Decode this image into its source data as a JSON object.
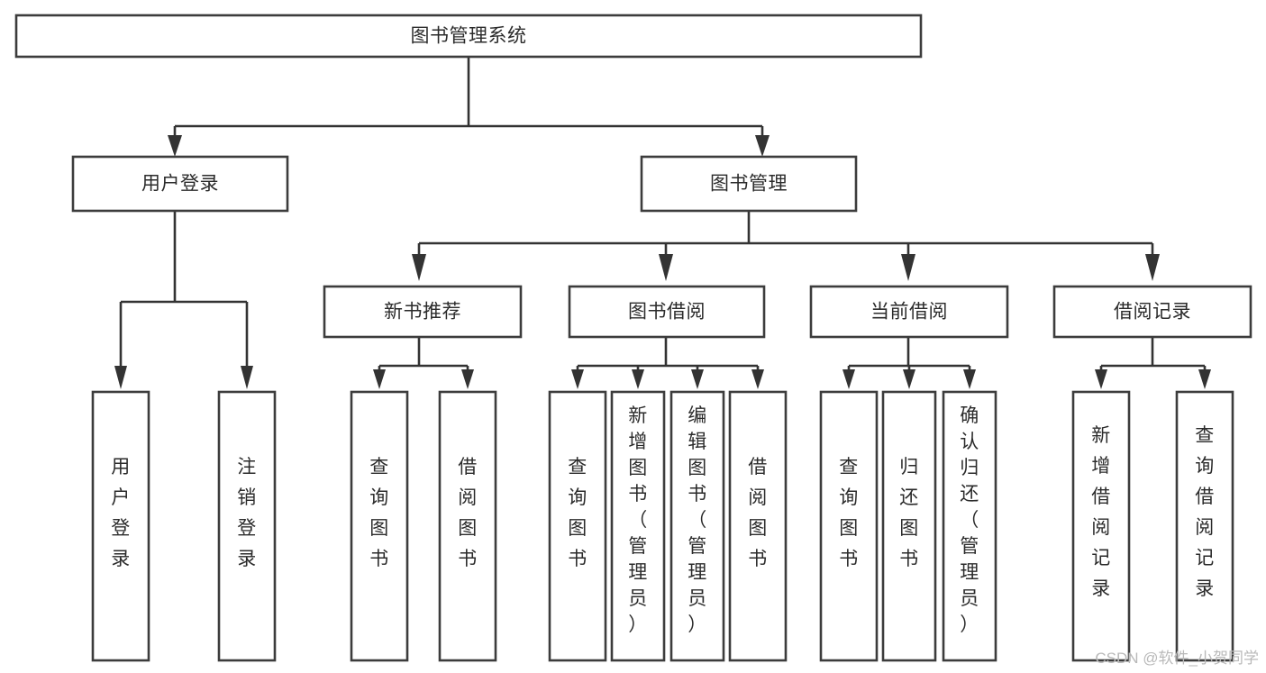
{
  "diagram": {
    "title": "图书管理系统",
    "type": "tree",
    "watermark": "CSDN @软件_小贺同学",
    "colors": {
      "box_stroke": "#3c3c3c",
      "connector": "#333333",
      "text": "#2b2b2b",
      "background": "#ffffff",
      "watermark": "#b9b9b9"
    },
    "root": {
      "id": "root",
      "label": "图书管理系统",
      "orientation": "horizontal"
    },
    "level1": [
      {
        "id": "user-login",
        "label": "用户登录",
        "orientation": "horizontal"
      },
      {
        "id": "book-management",
        "label": "图书管理",
        "orientation": "horizontal"
      }
    ],
    "level2": [
      {
        "id": "new-book-recommend",
        "label": "新书推荐",
        "parent": "book-management",
        "orientation": "horizontal"
      },
      {
        "id": "book-borrow",
        "label": "图书借阅",
        "parent": "book-management",
        "orientation": "horizontal"
      },
      {
        "id": "current-borrow",
        "label": "当前借阅",
        "parent": "book-management",
        "orientation": "horizontal"
      },
      {
        "id": "borrow-record",
        "label": "借阅记录",
        "parent": "book-management",
        "orientation": "horizontal"
      }
    ],
    "leaves": [
      {
        "id": "leaf-user-login",
        "label": "用户登录",
        "parent": "user-login",
        "orientation": "vertical"
      },
      {
        "id": "leaf-logout-login",
        "label": "注销登录",
        "parent": "user-login",
        "orientation": "vertical"
      },
      {
        "id": "leaf-query-book-1",
        "label": "查询图书",
        "parent": "new-book-recommend",
        "orientation": "vertical"
      },
      {
        "id": "leaf-borrow-book-1",
        "label": "借阅图书",
        "parent": "new-book-recommend",
        "orientation": "vertical"
      },
      {
        "id": "leaf-query-book-2",
        "label": "查询图书",
        "parent": "book-borrow",
        "orientation": "vertical"
      },
      {
        "id": "leaf-add-book",
        "label": "新增图书（管理员）",
        "parent": "book-borrow",
        "orientation": "vertical"
      },
      {
        "id": "leaf-edit-book",
        "label": "编辑图书（管理员）",
        "parent": "book-borrow",
        "orientation": "vertical"
      },
      {
        "id": "leaf-borrow-book-2",
        "label": "借阅图书",
        "parent": "book-borrow",
        "orientation": "vertical"
      },
      {
        "id": "leaf-query-book-3",
        "label": "查询图书",
        "parent": "current-borrow",
        "orientation": "vertical"
      },
      {
        "id": "leaf-return-book",
        "label": "归还图书",
        "parent": "current-borrow",
        "orientation": "vertical"
      },
      {
        "id": "leaf-confirm-return",
        "label": "确认归还（管理员）",
        "parent": "current-borrow",
        "orientation": "vertical"
      },
      {
        "id": "leaf-add-record",
        "label": "新增借阅记录",
        "parent": "borrow-record",
        "orientation": "vertical"
      },
      {
        "id": "leaf-query-record",
        "label": "查询借阅记录",
        "parent": "borrow-record",
        "orientation": "vertical"
      }
    ]
  }
}
